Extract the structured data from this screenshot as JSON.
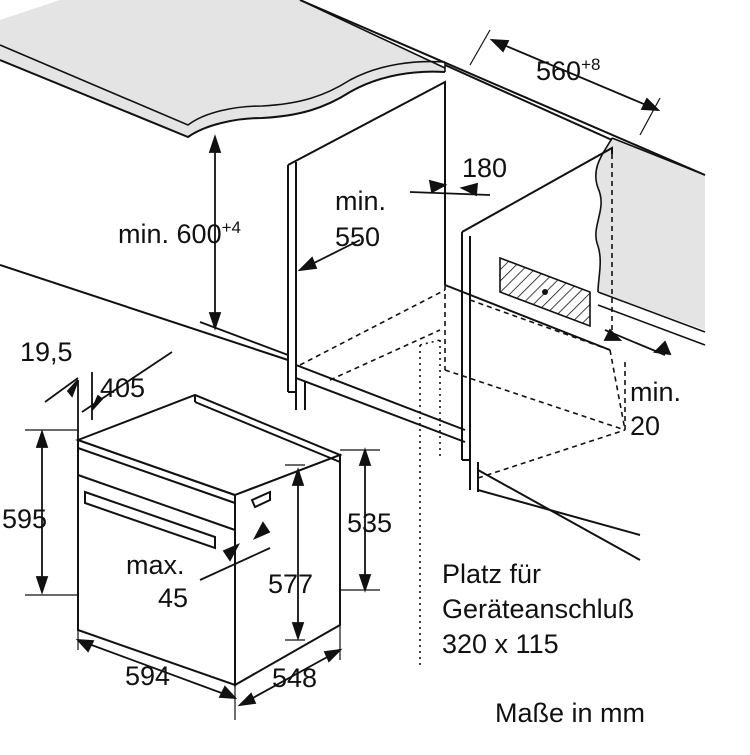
{
  "dimensions": {
    "niche_width": {
      "value": "560",
      "tolerance": "+8"
    },
    "niche_height": {
      "prefix": "min.",
      "value": "600",
      "tolerance": "+4"
    },
    "niche_depth": {
      "prefix": "min.",
      "value": "550"
    },
    "connection_offset": "180",
    "rear_gap": {
      "prefix": "min.",
      "value": "20"
    },
    "front_panel_offset": "19,5",
    "door_depth": "405",
    "oven_height": "595",
    "body_height_front": "577",
    "body_height_rear": "535",
    "handle_projection": {
      "prefix": "max.",
      "value": "45"
    },
    "oven_width": "594",
    "oven_depth": "548"
  },
  "notes": {
    "connection_space_line1": "Platz für",
    "connection_space_line2": "Geräteanschluß",
    "connection_space_line3": "320 x 115",
    "units": "Maße in mm"
  },
  "colors": {
    "line": "#111111",
    "countertop_fill": "#e6e6e6",
    "hatch": "#111111"
  }
}
